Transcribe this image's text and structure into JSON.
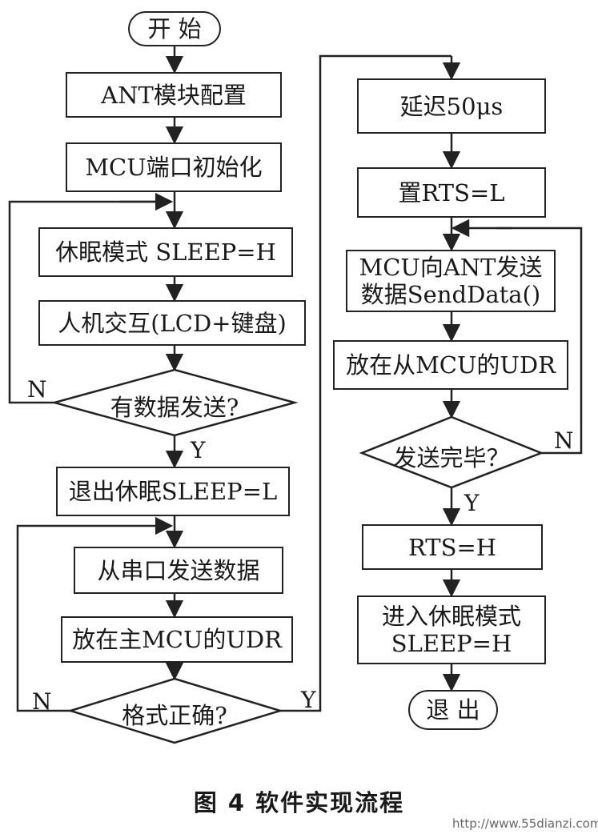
{
  "left_column": {
    "start": "开 始",
    "ant_config": "ANT模块配置",
    "mcu_port_init": "MCU端口初始化",
    "sleep_mode": "休眠模式 SLEEP=H",
    "hmi": "人机交互(LCD+键盘)",
    "has_data": "有数据发送?",
    "exit_sleep": "退出休眠SLEEP=L",
    "serial_send": "从串口发送数据",
    "put_main_udr": "放在主MCU的UDR",
    "format_ok": "格式正确?"
  },
  "right_column": {
    "delay": "延迟50μs",
    "set_rts_l": "置RTS=L",
    "mcu_send_line1": "MCU向ANT发送",
    "mcu_send_line2": "数据SendData()",
    "put_slave_udr": "放在从MCU的UDR",
    "send_done": "发送完毕？",
    "rts_h": "RTS=H",
    "enter_sleep_line1": "进入休眠模式",
    "enter_sleep_line2": "SLEEP=H",
    "exit": "退 出"
  },
  "branch_labels": {
    "no": "N",
    "yes": "Y"
  },
  "caption": "图 4   软件实现流程",
  "watermark": "http://www.55dianzi.com"
}
